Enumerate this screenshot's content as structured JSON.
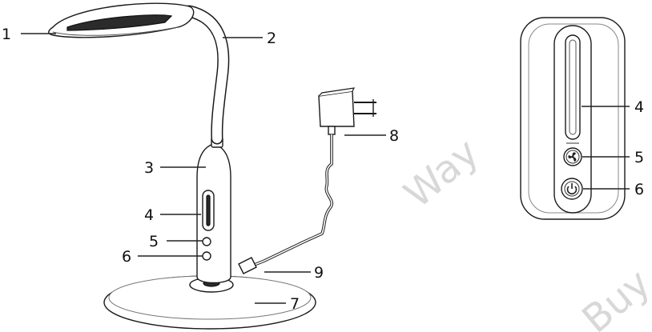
{
  "watermarks": [
    "Way",
    "Buy"
  ],
  "lamp_labels": [
    "1",
    "2",
    "3",
    "4",
    "5",
    "6",
    "7",
    "8",
    "9"
  ],
  "panel_labels": [
    "4",
    "5",
    "6"
  ],
  "icons": [
    "fan-icon",
    "power-icon"
  ]
}
